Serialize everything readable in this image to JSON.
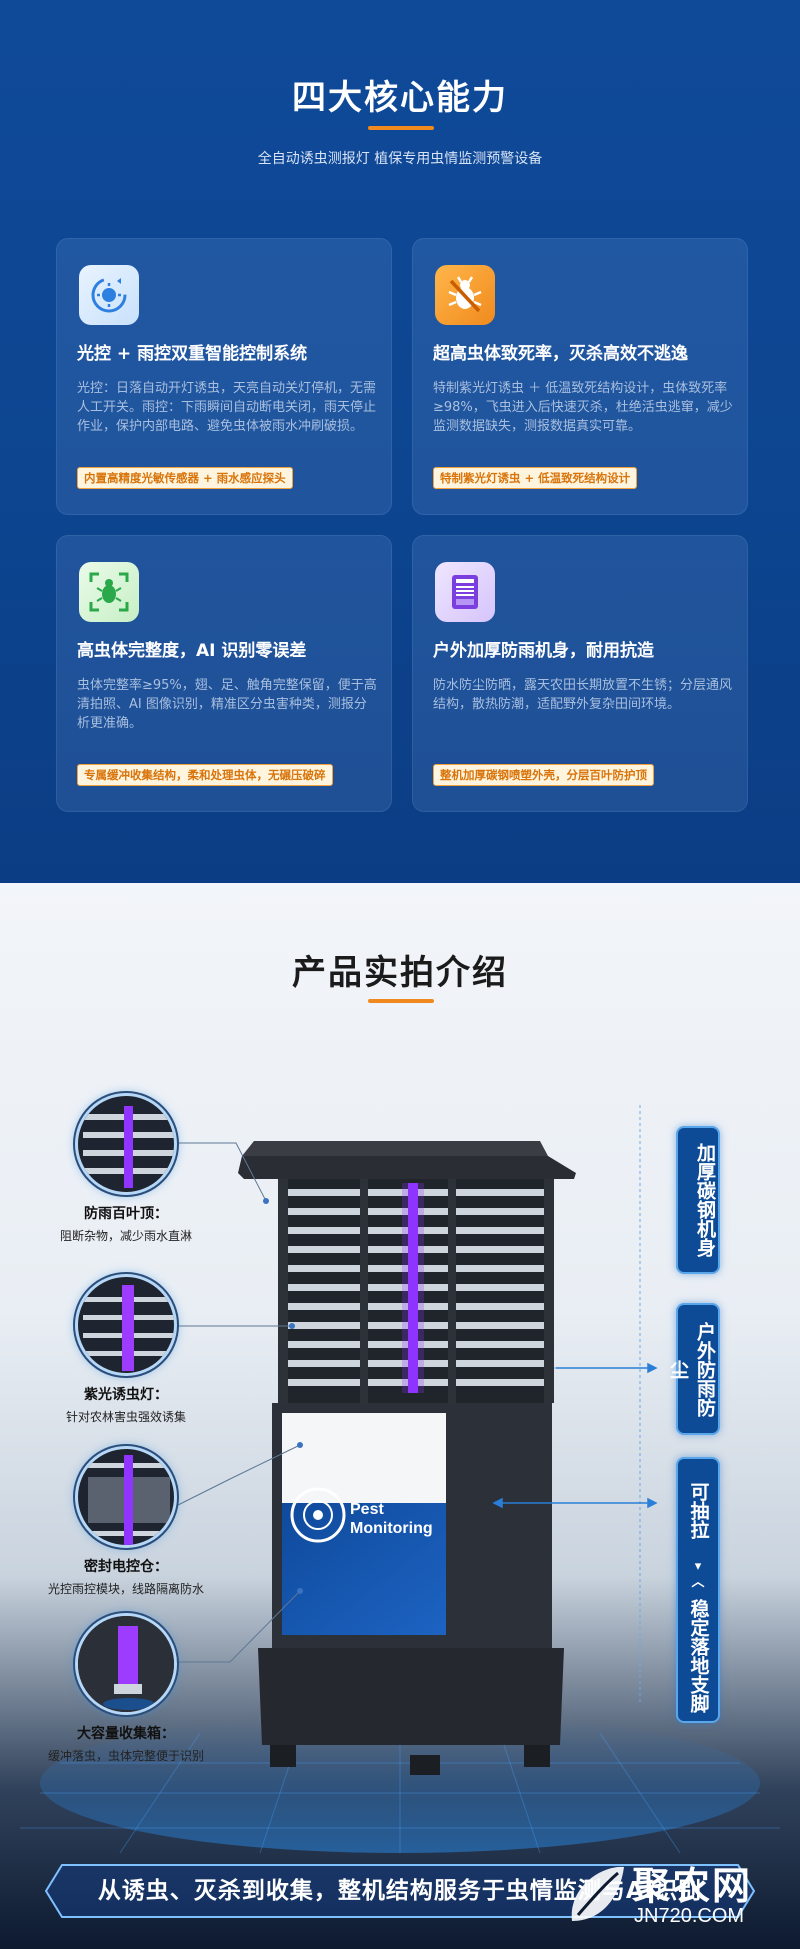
{
  "section1": {
    "title": "四大核心能力",
    "subtitle": "全自动诱虫测报灯 植保专用虫情监测预警设备",
    "cards": [
      {
        "icon": "sun-rain-control-icon",
        "title": "光控 + 雨控双重智能控制系统",
        "desc": "光控：日落自动开灯诱虫，天亮自动关灯停机，无需人工开关。雨控：下雨瞬间自动断电关闭，雨天停止作业，保护内部电路、避免虫体被雨水冲刷破损。",
        "tag": "内置高精度光敏传感器 + 雨水感应探头"
      },
      {
        "icon": "bug-crossed-icon",
        "title": "超高虫体致死率，灭杀高效不逃逸",
        "desc": "特制紫光灯诱虫 ＋ 低温致死结构设计，虫体致死率≥98%，飞虫进入后快速灭杀，杜绝活虫逃窜，减少监测数据缺失，测报数据真实可靠。",
        "tag": "特制紫光灯诱虫 + 低温致死结构设计"
      },
      {
        "icon": "bug-scan-icon",
        "title": "高虫体完整度，AI 识别零误差",
        "desc": "虫体完整率≥95%，翅、足、触角完整保留，便于高清拍照、AI 图像识别，精准区分虫害种类，测报分析更准确。",
        "tag": "专属缓冲收集结构，柔和处理虫体，无碾压破碎"
      },
      {
        "icon": "cabinet-icon",
        "title": "户外加厚防雨机身，耐用抗造",
        "desc": "防水防尘防晒，露天农田长期放置不生锈；分层通风结构，散热防潮，适配野外复杂田间环境。",
        "tag": "整机加厚碳钢喷塑外壳，分层百叶防护顶"
      }
    ]
  },
  "section2": {
    "title": "产品实拍介绍",
    "callouts": [
      {
        "title": "防雨百叶顶：",
        "desc": "阻断杂物，减少雨水直淋"
      },
      {
        "title": "紫光诱虫灯：",
        "desc": "针对农林害虫强效诱集"
      },
      {
        "title": "密封电控仓：",
        "desc": "光控雨控模块，线路隔离防水"
      },
      {
        "title": "大容量收集箱：",
        "desc": "缓冲落虫，虫体完整便于识别"
      }
    ],
    "side_labels": [
      "加厚碳钢机身",
      "户外防雨防尘",
      "可抽拉",
      "稳定落地支脚"
    ],
    "panel_text": [
      "Pest",
      "Monitoring"
    ],
    "banner": "从诱虫、灭杀到收集，整机结构服务于虫情监测与AI识别"
  },
  "watermark": {
    "brand": "聚农网",
    "url": "JN720.COM"
  }
}
